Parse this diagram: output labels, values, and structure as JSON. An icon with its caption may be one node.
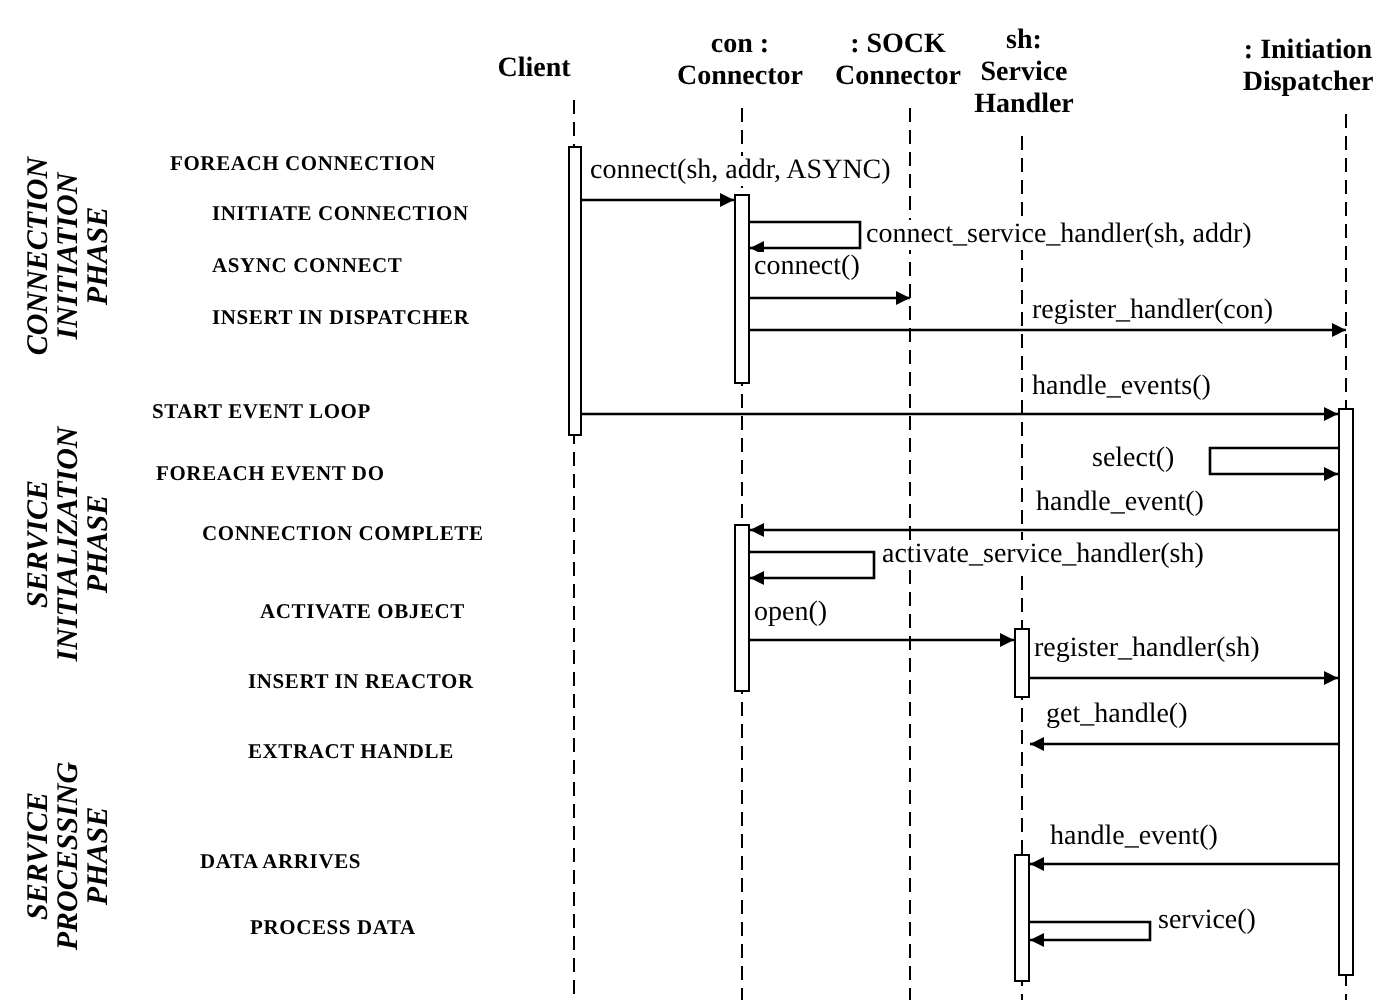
{
  "diagram": {
    "nodes": [
      {
        "text": [
          "Client"
        ]
      },
      {
        "text": [
          "con : Connector"
        ]
      },
      {
        "text": [
          ": SOCK Connector"
        ]
      },
      {
        "text": [
          "sh: Service Handler"
        ]
      },
      {
        "text": [
          ": Initiation Dispatcher"
        ]
      },
      {
        "text": [],
        "shape": "bar"
      },
      {
        "text": [],
        "shape": "bar"
      },
      {
        "text": [],
        "shape": "bar"
      },
      {
        "text": [],
        "shape": "bar"
      },
      {
        "text": [],
        "shape": "bar"
      },
      {
        "text": [],
        "shape": "bar"
      }
    ],
    "edges": [
      {
        "from": 5,
        "to": 6,
        "arrow": "to",
        "label": "connect(sh, addr, ASYNC)"
      },
      {
        "from": 6,
        "to": 6,
        "arrow": "to",
        "label": "connect_service_handler(sh, addr)"
      },
      {
        "from": 6,
        "to": null,
        "arrow": "to",
        "label": "connect()"
      },
      {
        "from": 6,
        "to": null,
        "arrow": "to",
        "label": "register_handler(con)"
      },
      {
        "from": 5,
        "to": 10,
        "arrow": "to",
        "label": "handle_events()"
      },
      {
        "from": 10,
        "to": 10,
        "arrow": "to",
        "label": "select()"
      },
      {
        "from": 10,
        "to": 7,
        "arrow": "to",
        "label": "handle_event()"
      },
      {
        "from": 7,
        "to": 7,
        "arrow": "to",
        "label": "activate_service_handler(sh)"
      },
      {
        "from": 7,
        "to": 8,
        "arrow": "to",
        "label": "open()"
      },
      {
        "from": 8,
        "to": 10,
        "arrow": "to",
        "label": "register_handler(sh)"
      },
      {
        "from": 10,
        "to": 8,
        "arrow": "to",
        "label": "get_handle()"
      },
      {
        "from": 10,
        "to": 9,
        "arrow": "to",
        "label": "handle_event()"
      },
      {
        "from": 9,
        "to": 9,
        "arrow": "to",
        "label": "service()"
      }
    ],
    "labels": [
      "CONNECTION INITIATION PHASE",
      "FOREACH CONNECTION",
      "INITIATE CONNECTION",
      "ASYNC CONNECT",
      "INSERT IN DISPATCHER",
      "START EVENT LOOP",
      "SERVICE INITIALIZATION PHASE",
      "FOREACH EVENT DO",
      "CONNECTION COMPLETE",
      "ACTIVATE OBJECT",
      "INSERT IN REACTOR",
      "EXTRACT HANDLE",
      "SERVICE PROCESSING PHASE",
      "DATA ARRIVES",
      "PROCESS DATA"
    ]
  }
}
